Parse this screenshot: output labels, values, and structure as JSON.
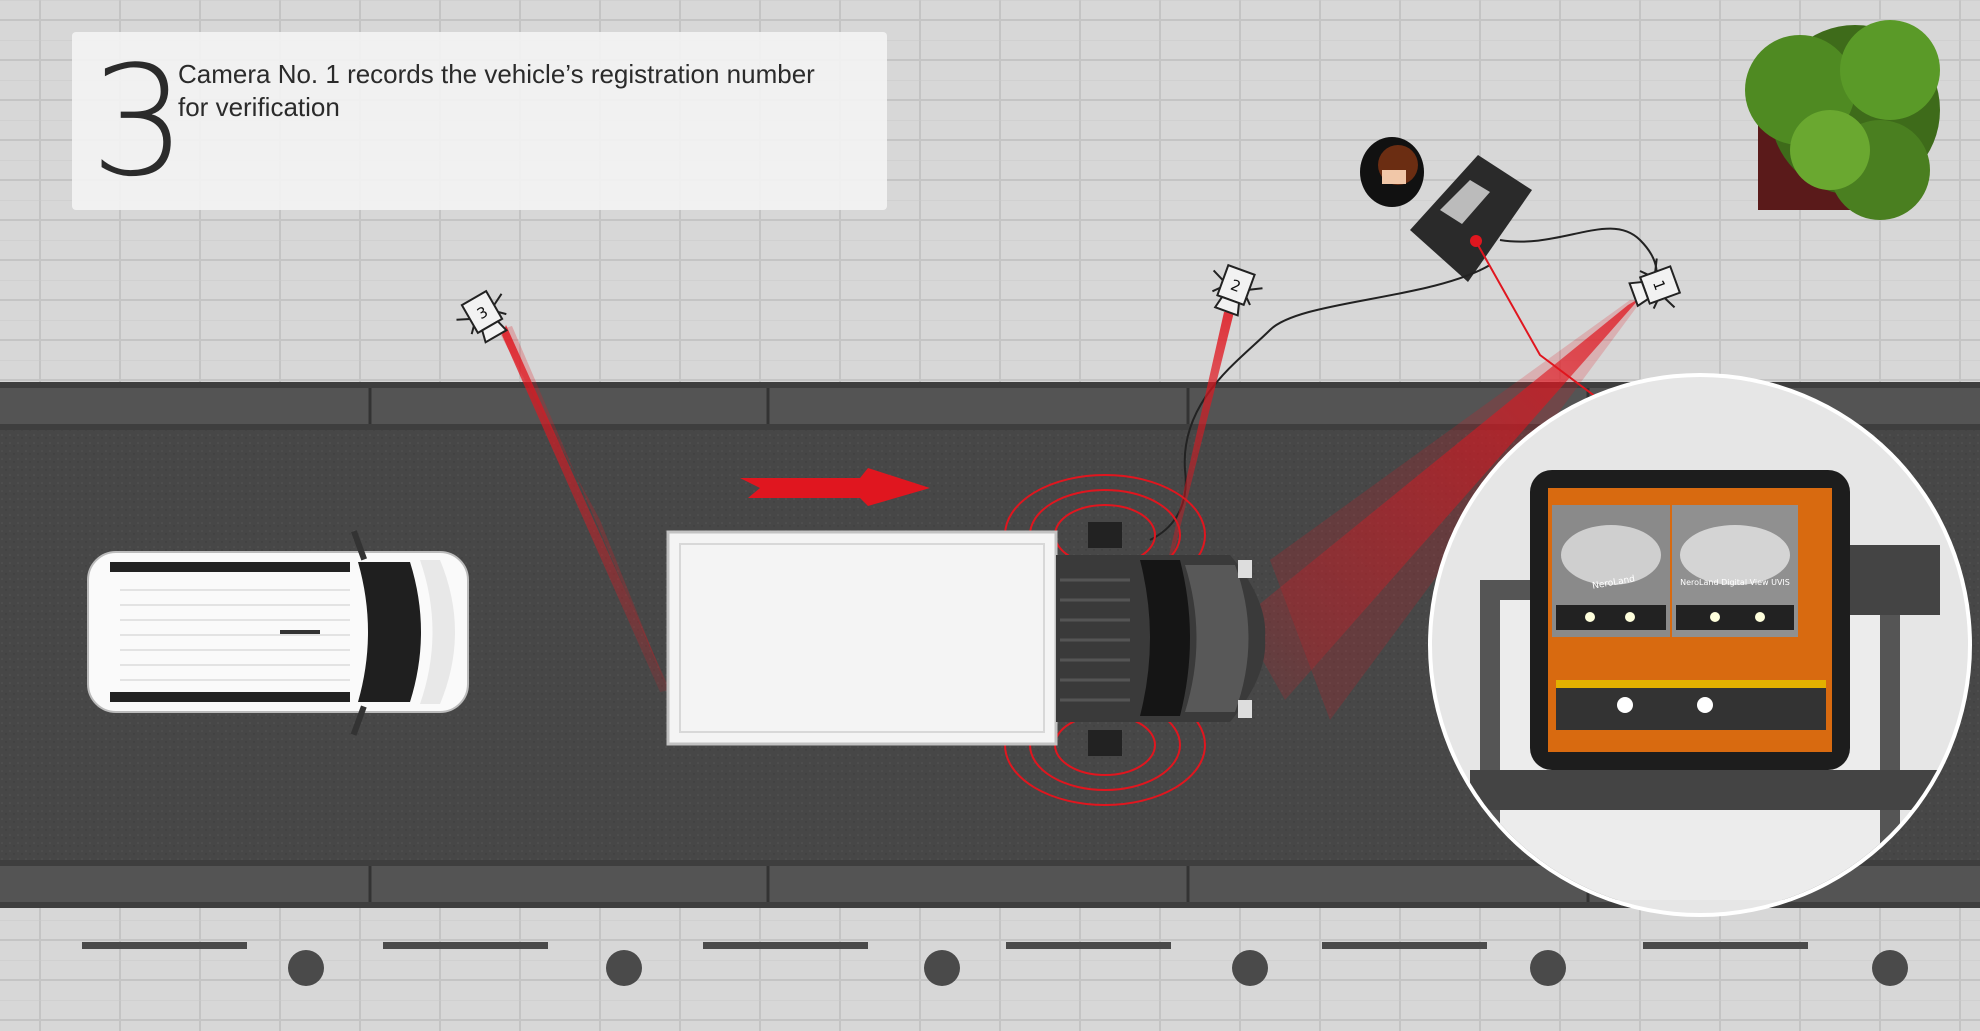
{
  "step": {
    "number": "3",
    "description": "Camera No. 1 records the vehicle’s registration number for verification"
  },
  "cameras": [
    {
      "label": "3"
    },
    {
      "label": "2"
    },
    {
      "label": "1"
    }
  ],
  "monitor": {
    "brand_left": "NeroLand",
    "brand_right": "NeroLand Digital View UVIS"
  },
  "colors": {
    "accent_red": "#e0161f",
    "road": "#4a4a4a",
    "pavement": "#d6d6d6"
  }
}
